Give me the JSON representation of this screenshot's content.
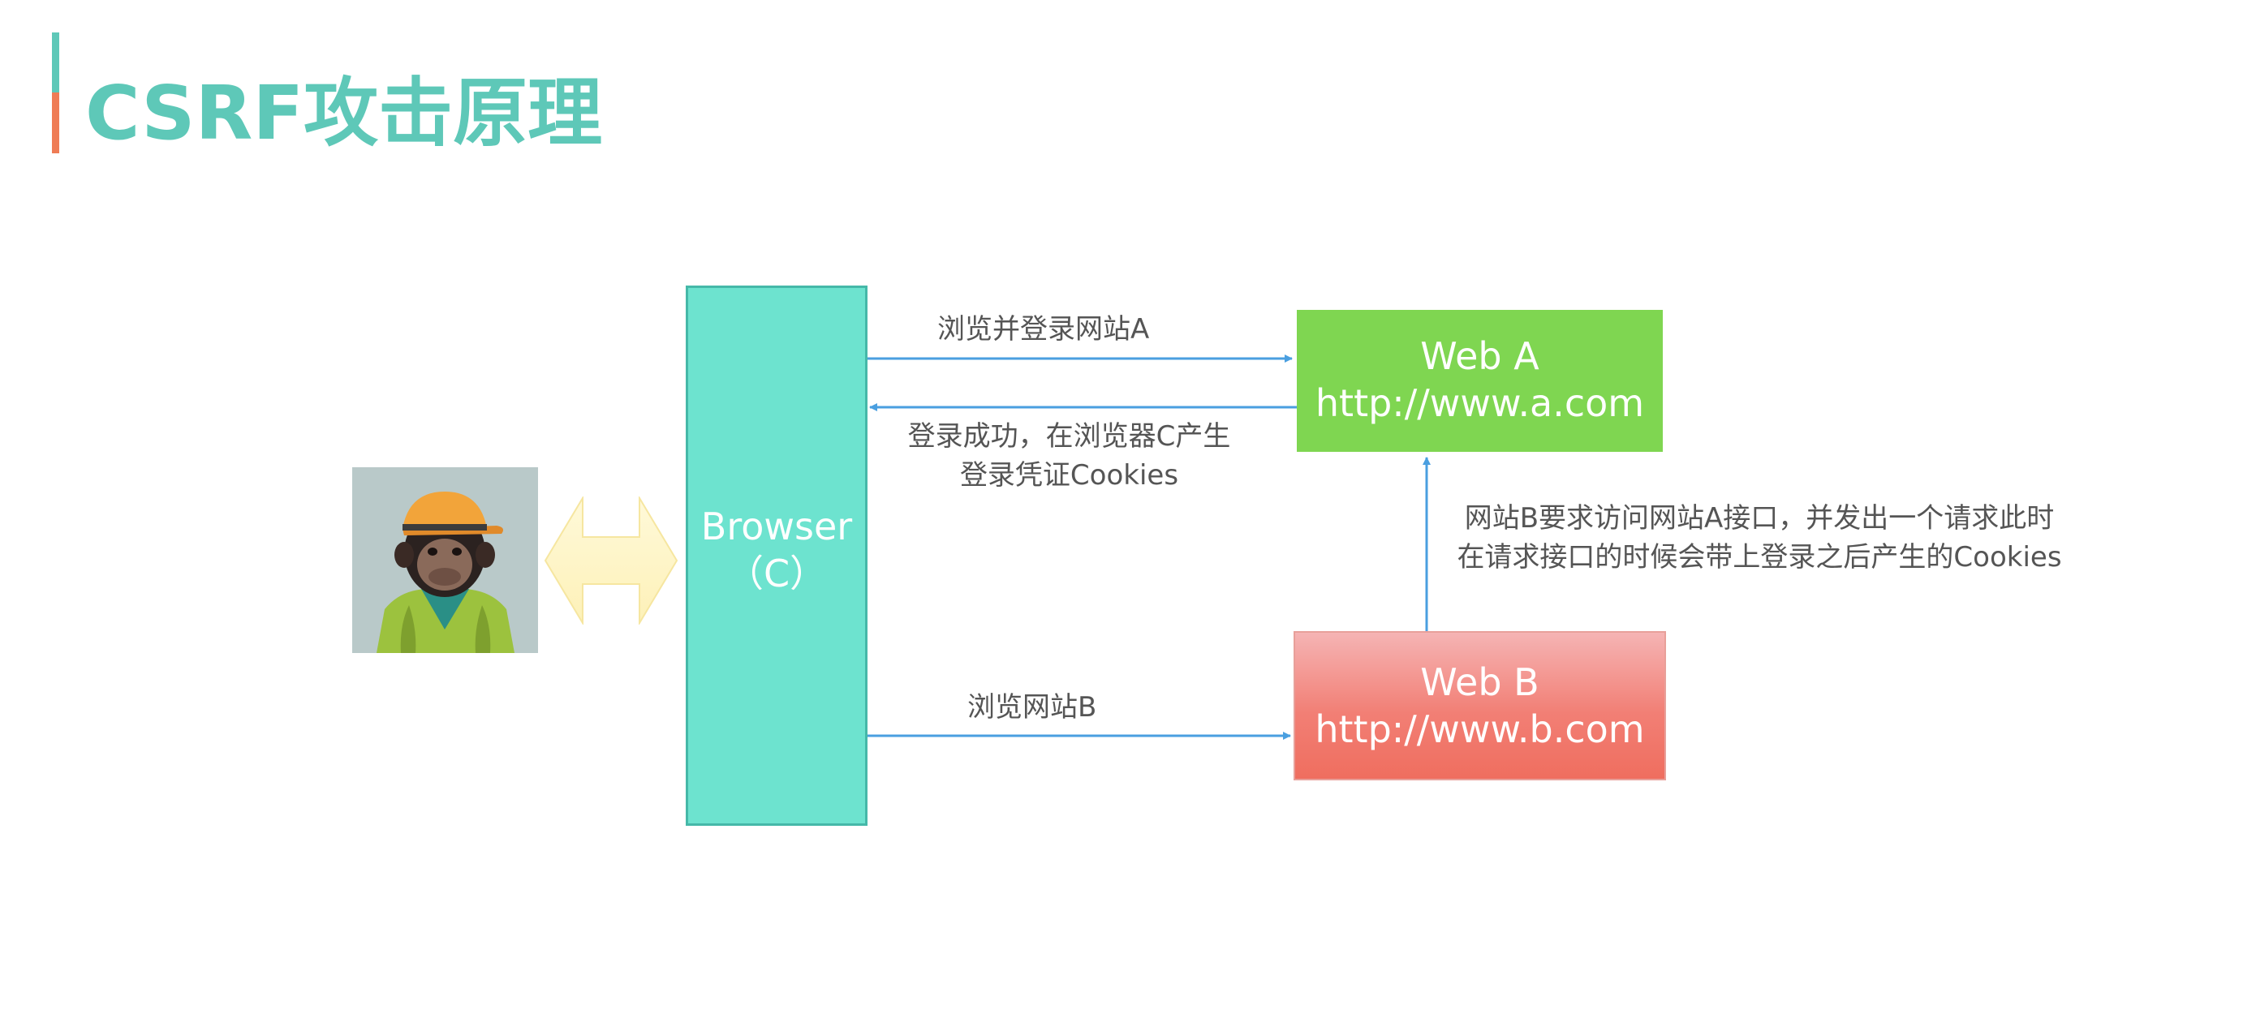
{
  "title": "CSRF攻击原理",
  "browser": {
    "line1": "Browser",
    "line2": "（C）"
  },
  "web_a": {
    "name": "Web A",
    "url": "http://www.a.com"
  },
  "web_b": {
    "name": "Web B",
    "url": "http://www.b.com"
  },
  "edges": {
    "browse_login_a": "浏览并登录网站A",
    "login_success_line1": "登录成功，在浏览器C产生",
    "login_success_line2": "登录凭证Cookies",
    "browse_b": "浏览网站B",
    "b_request_line1": "网站B要求访问网站A接口，并发出一个请求此时",
    "b_request_line2": "在请求接口的时候会带上登录之后产生的Cookies"
  },
  "colors": {
    "title": "#5ec8b8",
    "accent_top": "#5ec8b8",
    "accent_bottom": "#ef7c55",
    "browser_fill": "#6de3cf",
    "web_a_fill": "#7fd651",
    "web_b_fill": "#ef6e5f",
    "arrow": "#4a9fe0"
  },
  "icons": {
    "user": "chimpanzee-avatar",
    "interaction": "double-arrow-icon"
  }
}
